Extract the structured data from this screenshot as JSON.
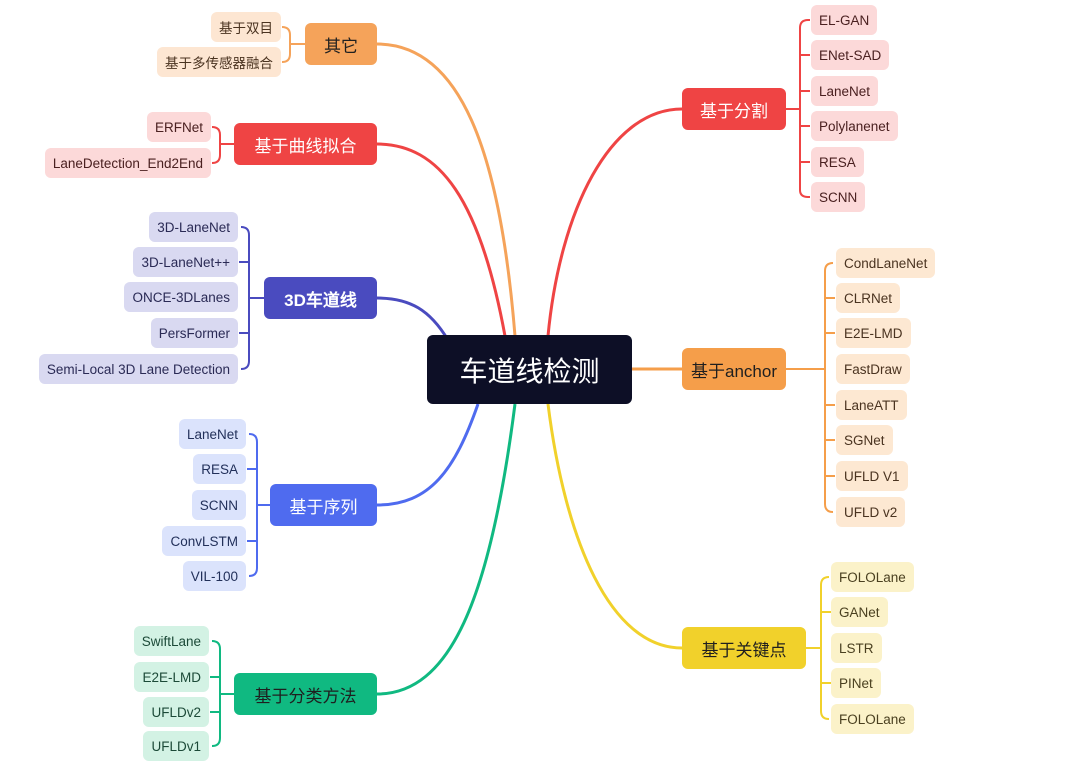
{
  "root": {
    "label": "车道线检测"
  },
  "branches": {
    "segmentation": {
      "label": "基于分割",
      "color": "#ef4444",
      "children": [
        "EL-GAN",
        "ENet-SAD",
        "LaneNet",
        "Polylanenet",
        "RESA",
        "SCNN"
      ]
    },
    "anchor": {
      "label": "基于anchor",
      "color": "#f59e4a",
      "children": [
        "CondLaneNet",
        "CLRNet",
        "E2E-LMD",
        "FastDraw",
        "LaneATT",
        "SGNet",
        "UFLD V1",
        "UFLD v2"
      ]
    },
    "keypoint": {
      "label": "基于关键点",
      "color": "#f1d12b",
      "children": [
        "FOLOLane",
        "GANet",
        "LSTR",
        "PINet",
        "FOLOLane"
      ]
    },
    "other": {
      "label": "其它",
      "color": "#f5a35a",
      "children": [
        "基于双目",
        "基于多传感器融合"
      ]
    },
    "curve": {
      "label": "基于曲线拟合",
      "color": "#ef4444",
      "children": [
        "ERFNet",
        "LaneDetection_End2End"
      ]
    },
    "lane3d": {
      "label": "3D车道线",
      "color": "#4a4bbf",
      "children": [
        "3D-LaneNet",
        "3D-LaneNet++",
        "ONCE-3DLanes",
        "PersFormer",
        "Semi-Local 3D Lane Detection"
      ]
    },
    "sequence": {
      "label": "基于序列",
      "color": "#4f6bef",
      "children": [
        "LaneNet",
        "RESA",
        "SCNN",
        "ConvLSTM",
        "VIL-100"
      ]
    },
    "classification": {
      "label": "基于分类方法",
      "color": "#10b981",
      "children": [
        "SwiftLane",
        "E2E-LMD",
        "UFLDv2",
        "UFLDv1"
      ]
    }
  }
}
